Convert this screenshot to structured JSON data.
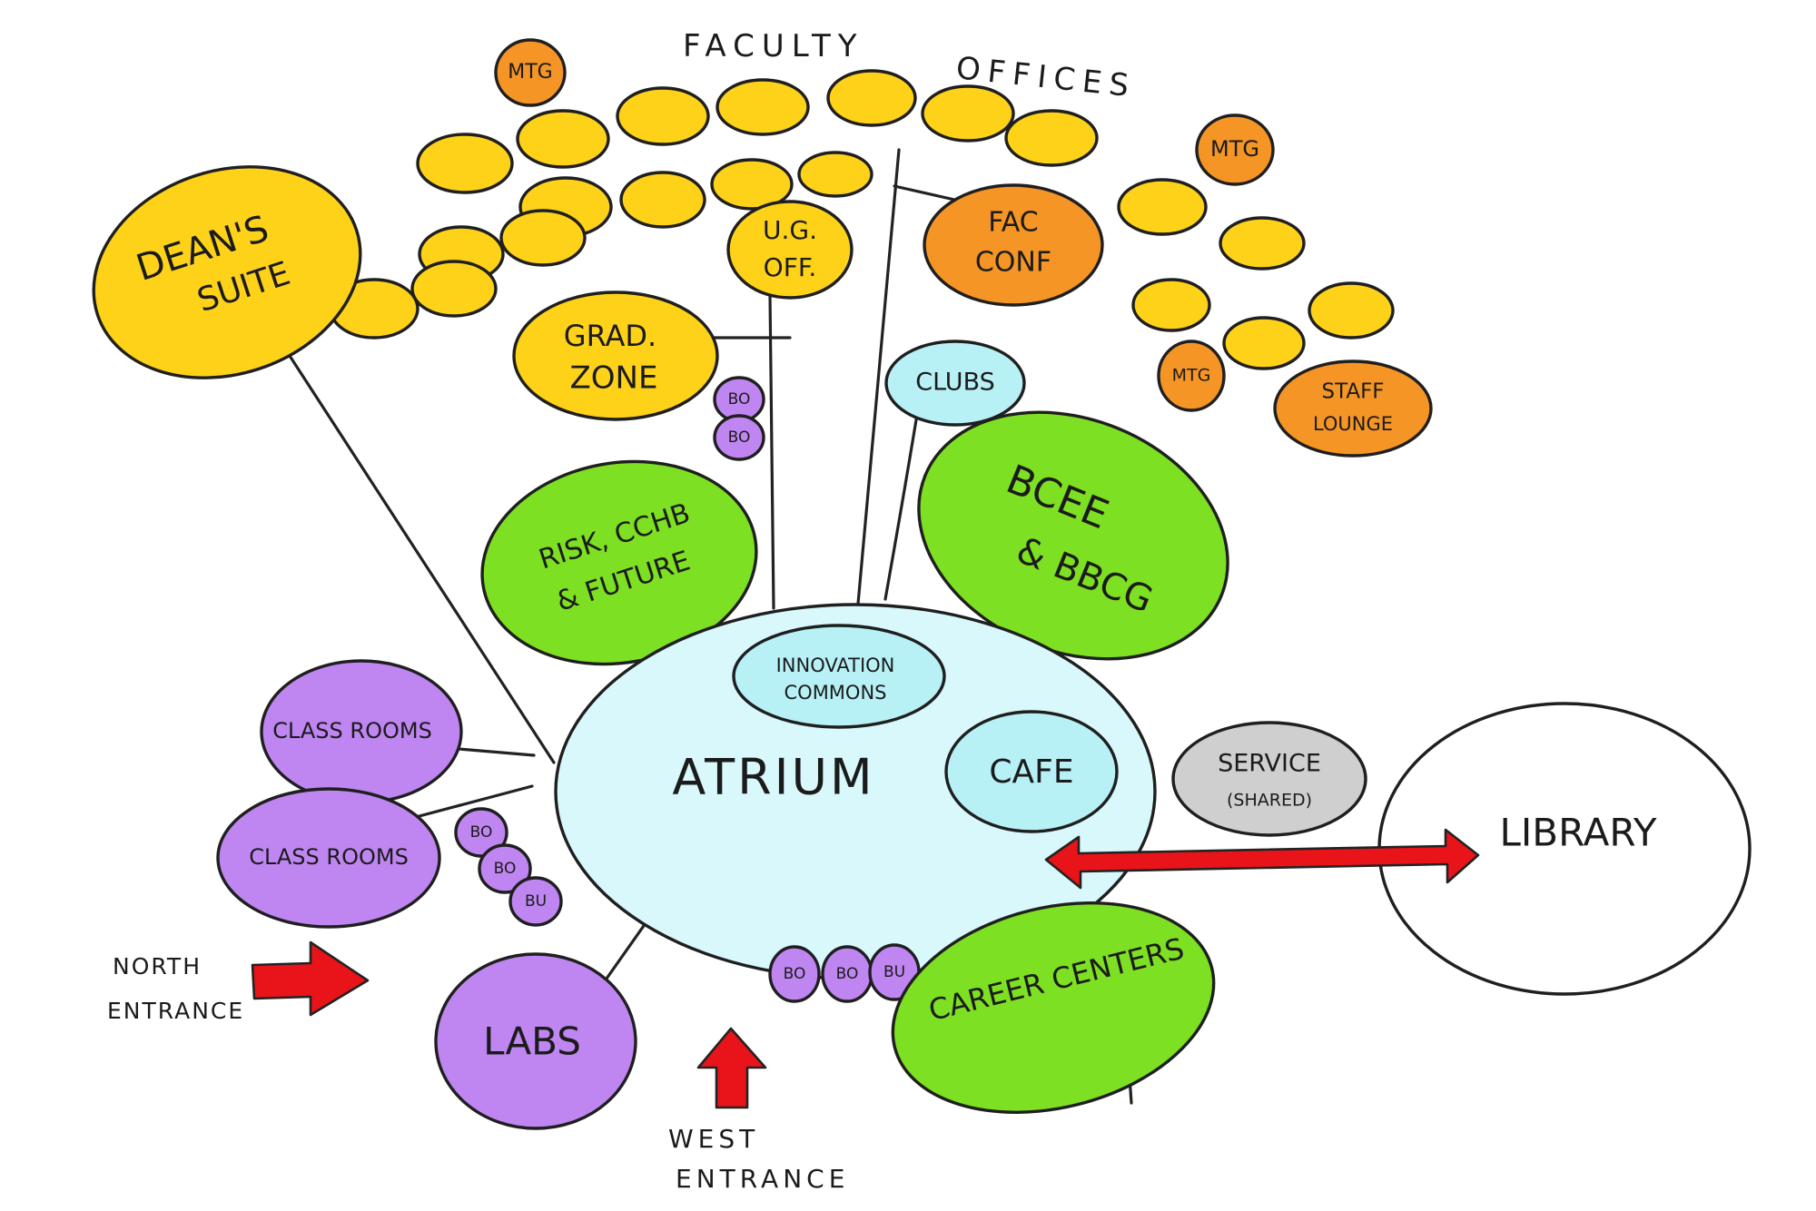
{
  "header": {
    "faculty_word1": "FACULTY",
    "faculty_word2": "OFFICES"
  },
  "spaces": {
    "mtg_top_left": "MTG",
    "mtg_top_right": "MTG",
    "mtg_small": "MTG",
    "deans_line1": "DEAN'S",
    "deans_line2": "SUITE",
    "ug_line1": "U.G.",
    "ug_line2": "OFF.",
    "fac_line1": "FAC",
    "fac_line2": "CONF",
    "grad_line1": "GRAD.",
    "grad_line2": "ZONE",
    "clubs": "CLUBS",
    "staff_line1": "STAFF",
    "staff_line2": "LOUNGE",
    "risk_line1": "RISK, CCHB",
    "risk_line2": "& FUTURE",
    "bcee_line1": "BCEE",
    "bcee_line2": "& BBCG",
    "innovation_line1": "INNOVATION",
    "innovation_line2": "COMMONS",
    "atrium": "ATRIUM",
    "cafe": "CAFE",
    "service_line1": "SERVICE",
    "service_line2": "(SHARED)",
    "library": "LIBRARY",
    "classrooms_upper": "CLASS ROOMS",
    "classrooms_lower": "CLASS ROOMS",
    "labs": "LABS",
    "career": "CAREER CENTERS"
  },
  "pods": {
    "grad_pod1": "BO",
    "grad_pod2": "BO",
    "class_pod1": "BO",
    "class_pod2": "BO",
    "class_pod3": "BU",
    "south_pod1": "BO",
    "south_pod2": "BO",
    "south_pod3": "BU"
  },
  "entrances": {
    "north_line1": "NORTH",
    "north_line2": "ENTRANCE",
    "west_line1": "WEST",
    "west_line2": "ENTRANCE"
  },
  "colors": {
    "faculty": "#ffd21a",
    "meeting": "#f59526",
    "department": "#7de022",
    "classroom": "#bf86f2",
    "commons": "#b7f1f6",
    "atrium": "#d8f8fb",
    "service": "#cfcfcf",
    "arrow": "#e8141a"
  }
}
